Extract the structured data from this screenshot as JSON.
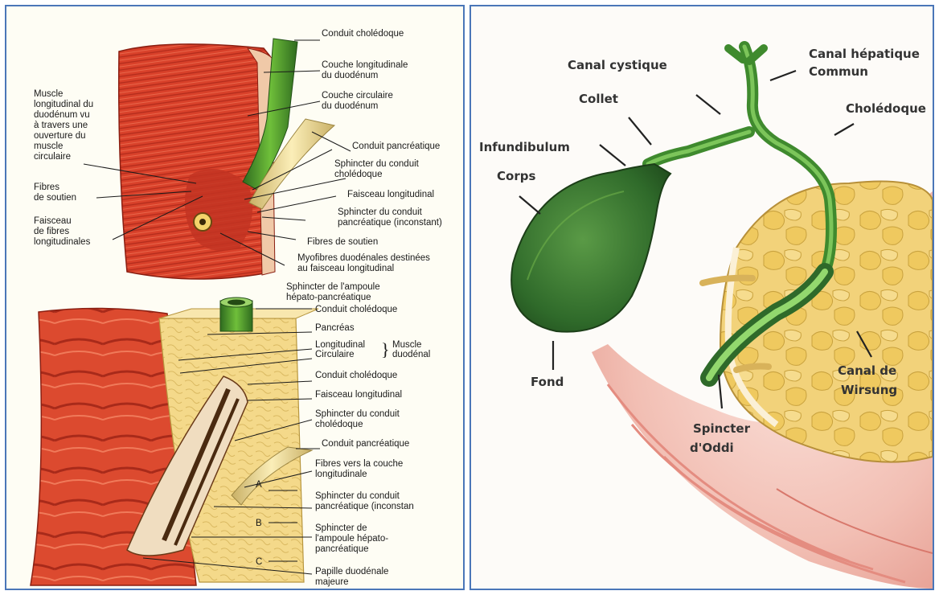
{
  "left_top": {
    "labels": {
      "conduit_choledoque": "Conduit cholédoque",
      "couche_longitudinale_1": "Couche longitudinale",
      "couche_longitudinale_2": "du duodénum",
      "couche_circulaire_1": "Couche circulaire",
      "couche_circulaire_2": "du duodénum",
      "conduit_pancreatique": "Conduit pancréatique",
      "sphincter_choledoque_1": "Sphincter du conduit",
      "sphincter_choledoque_2": "cholédoque",
      "faisceau_longitudinal": "Faisceau longitudinal",
      "sphincter_pancreatique_1": "Sphincter du conduit",
      "sphincter_pancreatique_2": "pancréatique (inconstant)",
      "fibres_soutien_right": "Fibres de soutien",
      "myofibres_1": "Myofibres duodénales destinées",
      "myofibres_2": "au faisceau longitudinal",
      "sphincter_ampoule_1": "Sphincter de l'ampoule",
      "sphincter_ampoule_2": "hépato-pancréatique",
      "muscle_1": "Muscle",
      "muscle_2": "longitudinal du",
      "muscle_3": "duodénum vu",
      "muscle_4": "à travers une",
      "muscle_5": "ouverture du",
      "muscle_6": "muscle",
      "muscle_7": "circulaire",
      "fibres_soutien_left_1": "Fibres",
      "fibres_soutien_left_2": "de soutien",
      "faisceau_fibres_1": "Faisceau",
      "faisceau_fibres_2": "de fibres",
      "faisceau_fibres_3": "longitudinales"
    }
  },
  "left_bottom": {
    "labels": {
      "conduit_choledoque": "Conduit cholédoque",
      "pancreas": "Pancréas",
      "longitudinal": "Longitudinal",
      "circulaire": "Circulaire",
      "muscle_duodenal_1": "Muscle",
      "muscle_duodenal_2": "duodénal",
      "conduit_choledoque_2": "Conduit cholédoque",
      "faisceau_longitudinal": "Faisceau longitudinal",
      "sphincter_choledoque_1": "Sphincter du conduit",
      "sphincter_choledoque_2": "cholédoque",
      "conduit_pancreatique": "Conduit pancréatique",
      "fibres_couche_1": "Fibres vers la couche",
      "fibres_couche_2": "longitudinale",
      "sphincter_pancreatique_1": "Sphincter du conduit",
      "sphincter_pancreatique_2": "pancréatique (inconstan",
      "sphincter_ampoule_1": "Sphincter de",
      "sphincter_ampoule_2": "l'ampoule hépato-",
      "sphincter_ampoule_3": "pancréatique",
      "papille_1": "Papille duodénale",
      "papille_2": "majeure",
      "mark_a": "A",
      "mark_b": "B",
      "mark_c": "C"
    }
  },
  "right": {
    "labels": {
      "canal_cystique": "Canal cystique",
      "canal_hepatique_1": "Canal hépatique",
      "canal_hepatique_2": "Commun",
      "collet": "Collet",
      "infundibulum": "Infundibulum",
      "choledoque": "Cholédoque",
      "corps": "Corps",
      "fond": "Fond",
      "canal_wirsung_1": "Canal de",
      "canal_wirsung_2": "Wirsung",
      "sphincter_oddi_1": "Spincter",
      "sphincter_oddi_2": "d'Oddi"
    }
  },
  "colors": {
    "panel_border": "#4a76b8",
    "muscle_red": "#d9412a",
    "pancreas_yellow": "#f2d27a",
    "bile_green": "#3f8a2e",
    "gallbladder_green": "#2f6a2a"
  }
}
